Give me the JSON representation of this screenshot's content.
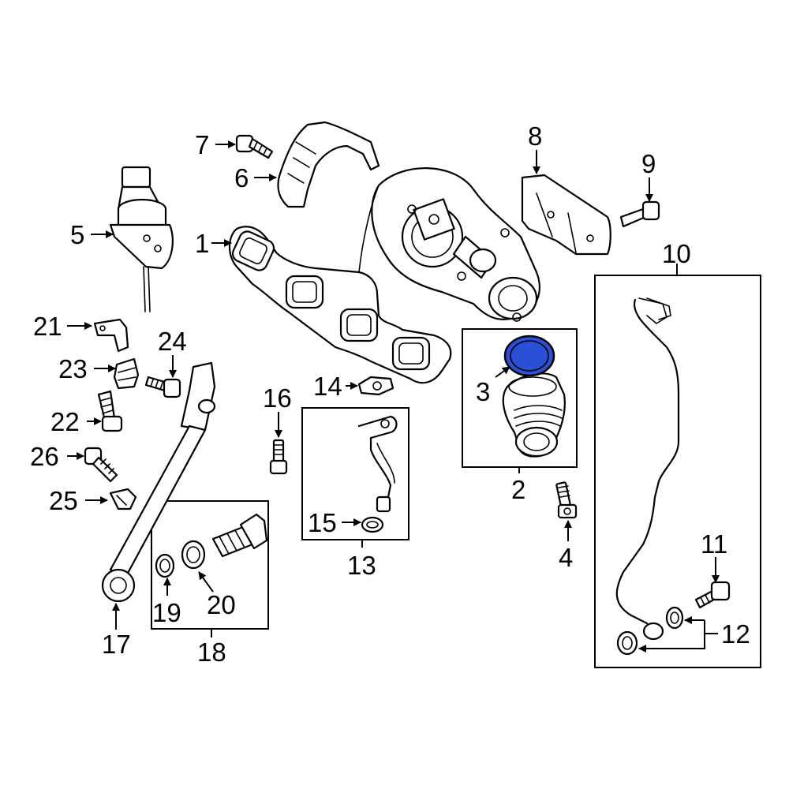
{
  "diagram": {
    "highlight_color": "#2b50d6",
    "callouts": {
      "c1": "1",
      "c2": "2",
      "c3": "3",
      "c4": "4",
      "c5": "5",
      "c6": "6",
      "c7": "7",
      "c8": "8",
      "c9": "9",
      "c10": "10",
      "c11": "11",
      "c12": "12",
      "c13": "13",
      "c14": "14",
      "c15": "15",
      "c16": "16",
      "c17": "17",
      "c18": "18",
      "c19": "19",
      "c20": "20",
      "c21": "21",
      "c22": "22",
      "c23": "23",
      "c24": "24",
      "c25": "25",
      "c26": "26"
    }
  }
}
